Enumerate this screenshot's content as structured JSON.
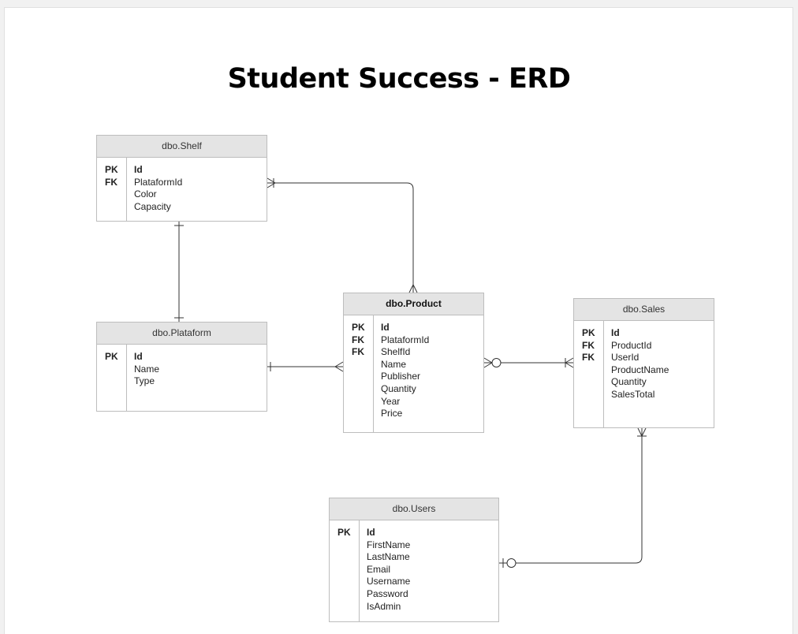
{
  "title": "Student Success - ERD",
  "colors": {
    "header_bg": "#e4e4e4",
    "border": "#bdbdbd",
    "line": "#333333"
  },
  "entities": {
    "shelf": {
      "name": "dbo.Shelf",
      "keys": [
        "PK",
        "FK"
      ],
      "fields": [
        "Id",
        "PlataformId",
        "Color",
        "Capacity"
      ]
    },
    "plataform": {
      "name": "dbo.Plataform",
      "keys": [
        "PK"
      ],
      "fields": [
        "Id",
        "Name",
        "Type"
      ]
    },
    "product": {
      "name": "dbo.Product",
      "keys": [
        "PK",
        "FK",
        "FK"
      ],
      "fields": [
        "Id",
        "PlataformId",
        "ShelfId",
        "Name",
        "Publisher",
        "Quantity",
        "Year",
        "Price"
      ]
    },
    "sales": {
      "name": "dbo.Sales",
      "keys": [
        "PK",
        "FK",
        "FK"
      ],
      "fields": [
        "Id",
        "ProductId",
        "UserId",
        "ProductName",
        "Quantity",
        "SalesTotal"
      ]
    },
    "users": {
      "name": "dbo.Users",
      "keys": [
        "PK"
      ],
      "fields": [
        "Id",
        "FirstName",
        "LastName",
        "Email",
        "Username",
        "Password",
        "IsAdmin"
      ]
    }
  },
  "relationships": [
    {
      "from": "shelf",
      "from_end": "one-or-many",
      "to": "product",
      "to_end": "many"
    },
    {
      "from": "shelf",
      "from_end": "one",
      "to": "plataform",
      "to_end": "one"
    },
    {
      "from": "plataform",
      "from_end": "one",
      "to": "product",
      "to_end": "many"
    },
    {
      "from": "product",
      "from_end": "zero-or-many",
      "to": "sales",
      "to_end": "one-or-many"
    },
    {
      "from": "users",
      "from_end": "zero-or-one",
      "to": "sales",
      "to_end": "one-or-many"
    }
  ]
}
